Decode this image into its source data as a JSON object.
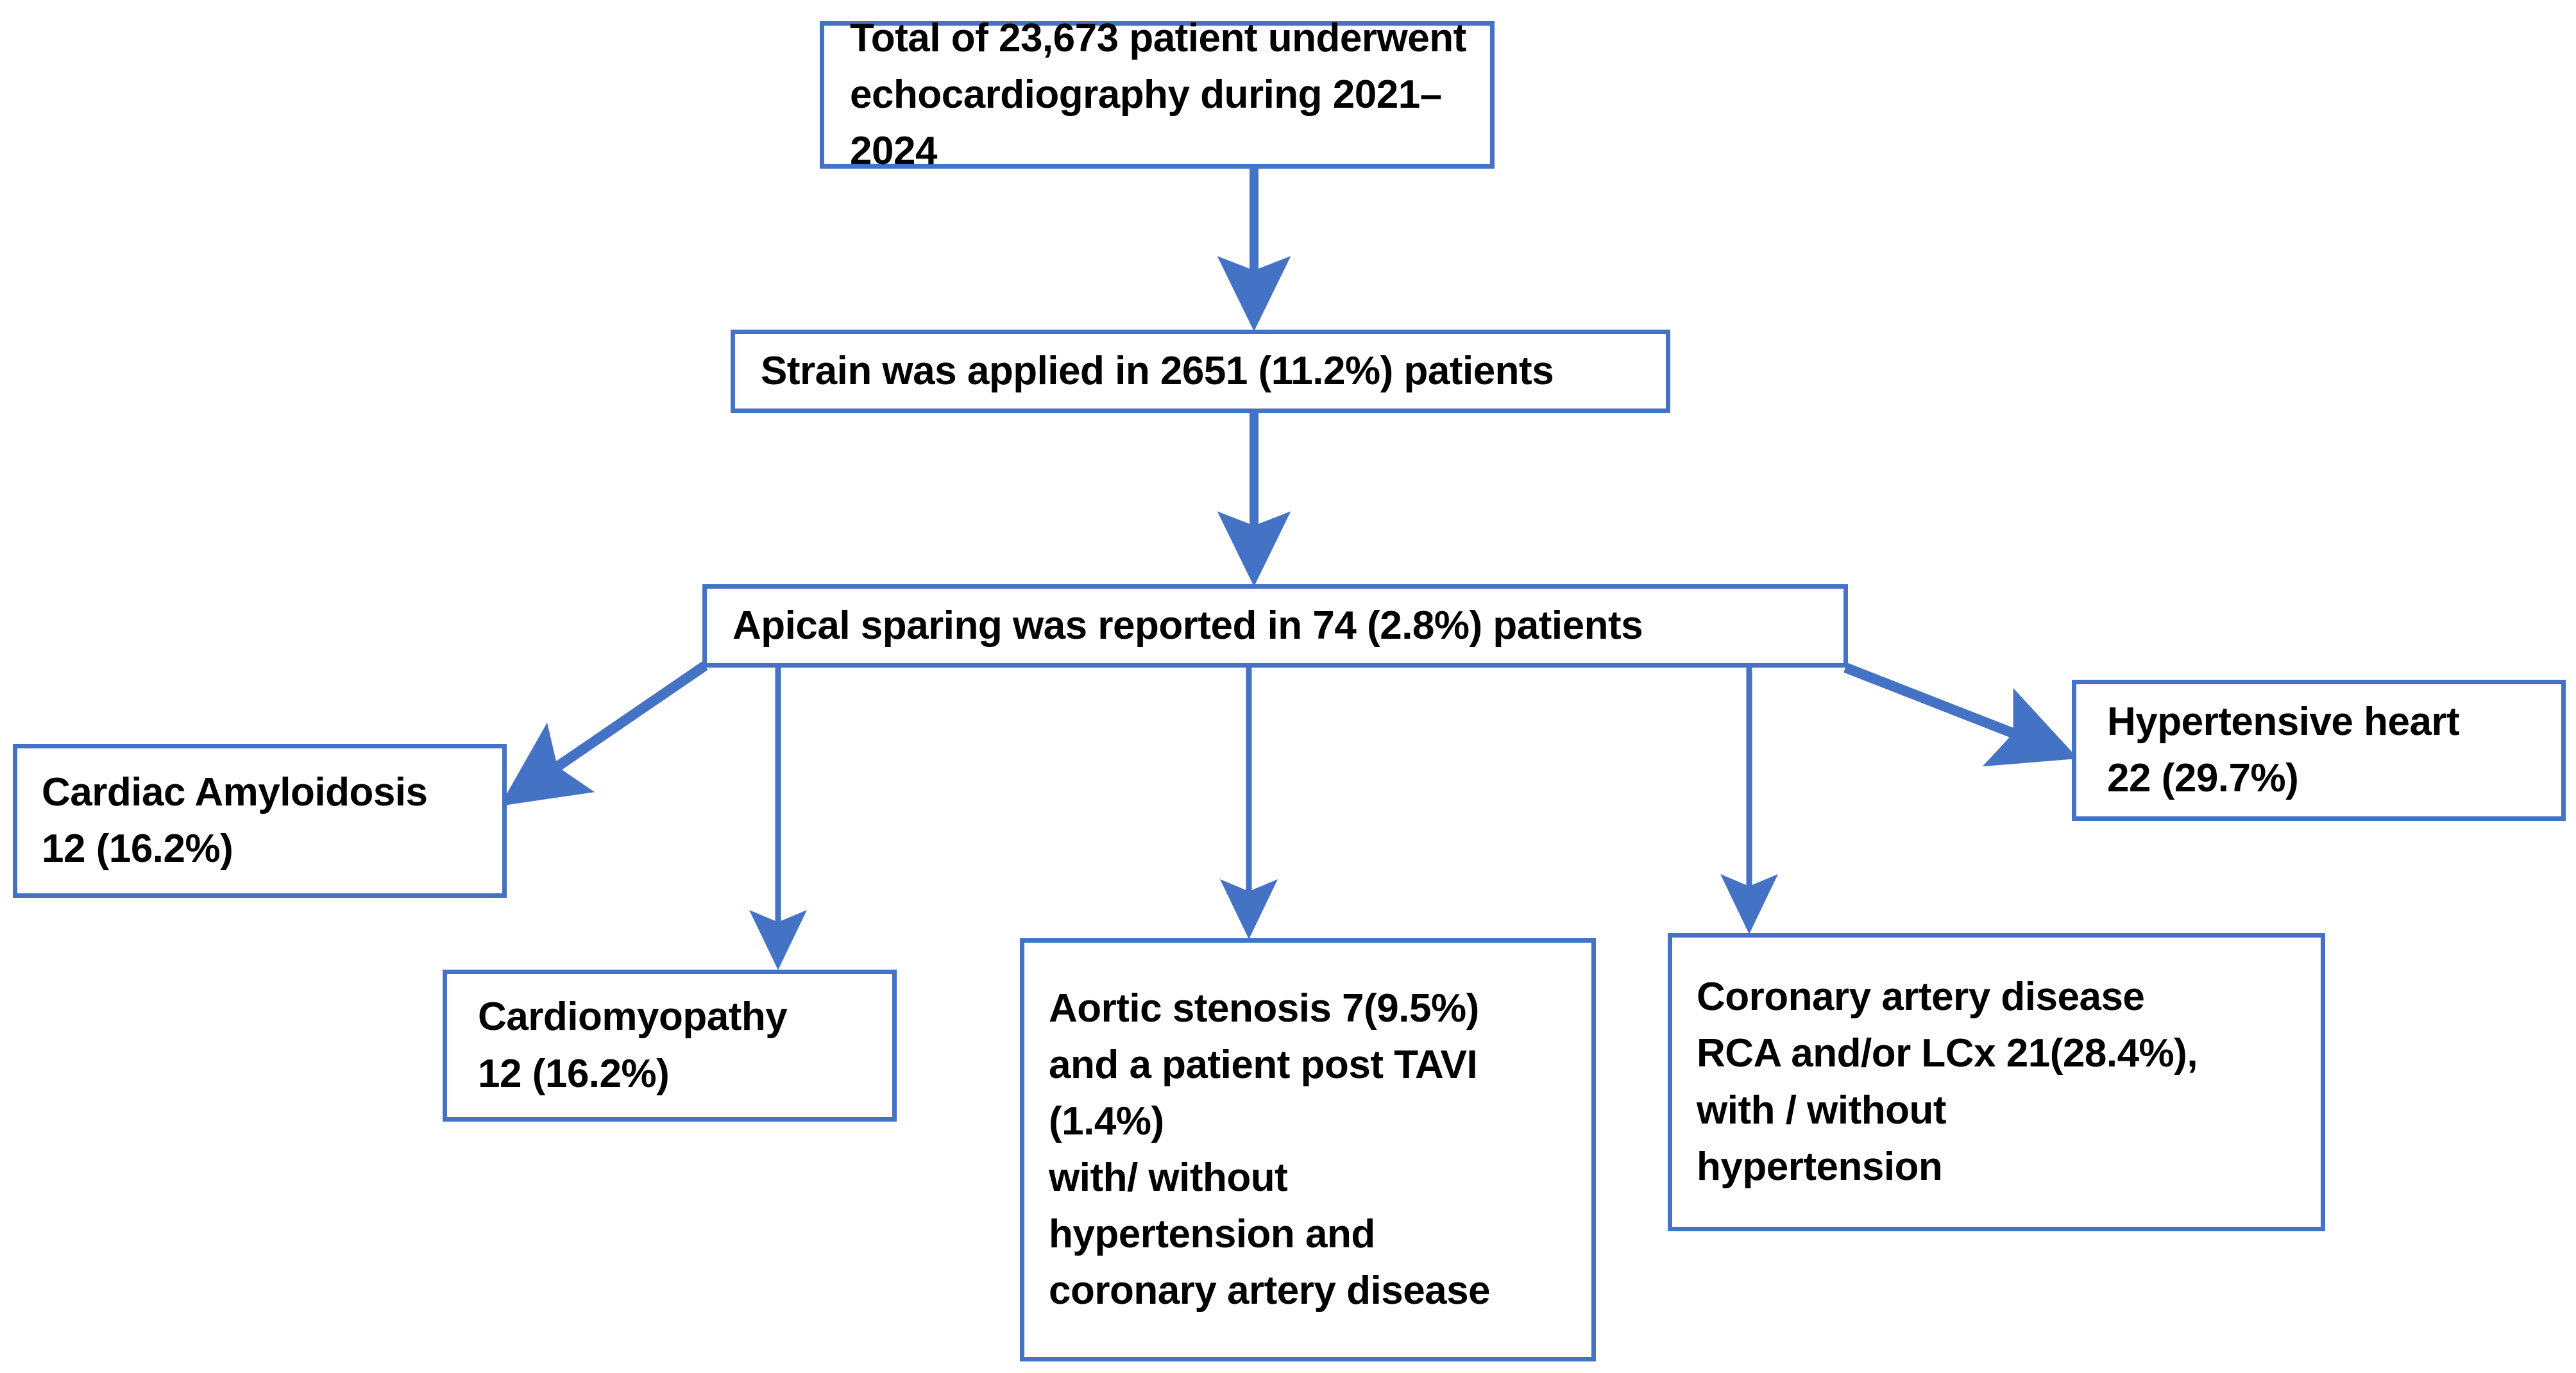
{
  "diagram": {
    "title": "Apical sparing patient flow diagram",
    "type": "flowchart",
    "accent_color": "#4472C4",
    "text_color": "#000000",
    "background_color": "#FFFFFF",
    "nodes": [
      {
        "id": "total",
        "name": "total-echocardiography-box",
        "text": "Total of 23,673 patient underwent\nechocardiography during 2021–2024",
        "count": 23673,
        "period": "2021–2024"
      },
      {
        "id": "strain",
        "name": "strain-applied-box",
        "text": "Strain was applied in 2651 (11.2%) patients",
        "count": 2651,
        "percent": "11.2%"
      },
      {
        "id": "apical",
        "name": "apical-sparing-box",
        "text": "Apical sparing was reported in 74 (2.8%) patients",
        "count": 74,
        "percent": "2.8%"
      },
      {
        "id": "amyloidosis",
        "name": "cardiac-amyloidosis-box",
        "text": "Cardiac Amyloidosis\n12 (16.2%)",
        "count": 12,
        "percent": "16.2%"
      },
      {
        "id": "cardiomyopathy",
        "name": "cardiomyopathy-box",
        "text": "Cardiomyopathy\n12 (16.2%)",
        "count": 12,
        "percent": "16.2%"
      },
      {
        "id": "aortic",
        "name": "aortic-stenosis-box",
        "text": "Aortic stenosis 7(9.5%)\nand a patient post TAVI\n(1.4%)\nwith/ without\nhypertension and\ncoronary artery disease",
        "count": 7,
        "percent": "9.5%"
      },
      {
        "id": "cad",
        "name": "coronary-artery-disease-box",
        "text": "Coronary artery disease\nRCA and/or LCx 21(28.4%),\nwith / without\nhypertension",
        "count": 21,
        "percent": "28.4%"
      },
      {
        "id": "hypertensive",
        "name": "hypertensive-heart-box",
        "text": " Hypertensive heart\n22 (29.7%)",
        "count": 22,
        "percent": "29.7%"
      }
    ],
    "edges": [
      {
        "from": "total",
        "to": "strain",
        "style": "straight-down-arrow"
      },
      {
        "from": "apical",
        "to": "strain",
        "style": "straight-down-arrow"
      },
      {
        "from": "apical",
        "to": "amyloidosis",
        "style": "diagonal-down-left-arrow"
      },
      {
        "from": "apical",
        "to": "cardiomyopathy",
        "style": "straight-down-arrow"
      },
      {
        "from": "apical",
        "to": "aortic",
        "style": "straight-down-arrow"
      },
      {
        "from": "apical",
        "to": "cad",
        "style": "straight-down-arrow"
      },
      {
        "from": "apical",
        "to": "hypertensive",
        "style": "diagonal-down-right-arrow"
      }
    ]
  }
}
